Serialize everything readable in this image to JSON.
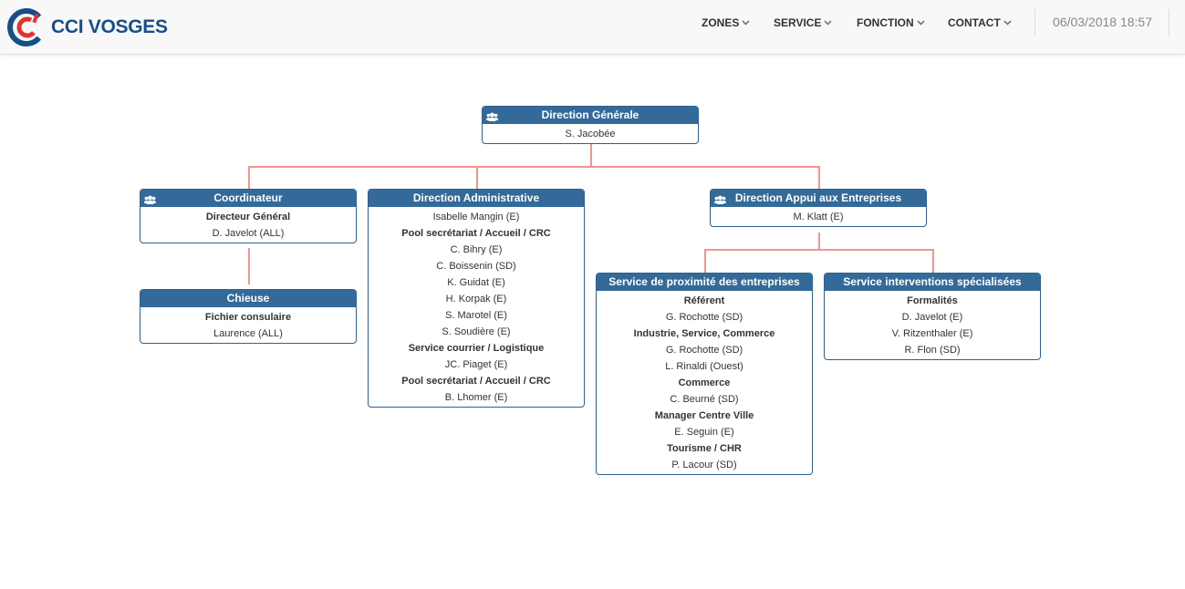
{
  "brand": {
    "name": "CCI VOSGES"
  },
  "nav": {
    "items": [
      {
        "label": "ZONES"
      },
      {
        "label": "SERVICE"
      },
      {
        "label": "FONCTION"
      },
      {
        "label": "CONTACT"
      }
    ],
    "datetime": "06/03/2018 18:57"
  },
  "org": {
    "dg": {
      "title": "Direction Générale",
      "rows": [
        {
          "text": "S. Jacobée",
          "bold": false
        }
      ]
    },
    "coord": {
      "title": "Coordinateur",
      "rows": [
        {
          "text": "Directeur Général",
          "bold": true
        },
        {
          "text": "D. Javelot (ALL)",
          "bold": false
        }
      ]
    },
    "chieuse": {
      "title": "Chieuse",
      "rows": [
        {
          "text": "Fichier consulaire",
          "bold": true
        },
        {
          "text": "Laurence (ALL)",
          "bold": false
        }
      ]
    },
    "admin": {
      "title": "Direction Administrative",
      "rows": [
        {
          "text": "Isabelle Mangin (E)",
          "bold": false
        },
        {
          "text": "Pool secrétariat / Accueil / CRC",
          "bold": true
        },
        {
          "text": "C. Bihry (E)",
          "bold": false
        },
        {
          "text": "C. Boissenin (SD)",
          "bold": false
        },
        {
          "text": "K. Guidat (E)",
          "bold": false
        },
        {
          "text": "H. Korpak (E)",
          "bold": false
        },
        {
          "text": "S. Marotel (E)",
          "bold": false
        },
        {
          "text": "S. Soudière (E)",
          "bold": false
        },
        {
          "text": "Service courrier / Logistique",
          "bold": true
        },
        {
          "text": "JC. Piaget (E)",
          "bold": false
        },
        {
          "text": "Pool secrétariat / Accueil / CRC",
          "bold": true
        },
        {
          "text": "B. Lhomer (E)",
          "bold": false
        }
      ]
    },
    "appui": {
      "title": "Direction Appui aux Entreprises",
      "rows": [
        {
          "text": "M. Klatt (E)",
          "bold": false
        }
      ]
    },
    "proxi": {
      "title": "Service de proximité des entreprises",
      "rows": [
        {
          "text": "Référent",
          "bold": true
        },
        {
          "text": "G. Rochotte (SD)",
          "bold": false
        },
        {
          "text": "Industrie, Service, Commerce",
          "bold": true
        },
        {
          "text": "G. Rochotte (SD)",
          "bold": false
        },
        {
          "text": "L. Rinaldi (Ouest)",
          "bold": false
        },
        {
          "text": "Commerce",
          "bold": true
        },
        {
          "text": "C. Beurné (SD)",
          "bold": false
        },
        {
          "text": "Manager Centre Ville",
          "bold": true
        },
        {
          "text": "E. Seguin (E)",
          "bold": false
        },
        {
          "text": "Tourisme / CHR",
          "bold": true
        },
        {
          "text": "P. Lacour (SD)",
          "bold": false
        }
      ]
    },
    "interv": {
      "title": "Service interventions spécialisées",
      "rows": [
        {
          "text": "Formalités",
          "bold": true
        },
        {
          "text": "D. Javelot (E)",
          "bold": false
        },
        {
          "text": "V. Ritzenthaler (E)",
          "bold": false
        },
        {
          "text": "R. Flon (SD)",
          "bold": false
        }
      ]
    }
  },
  "colors": {
    "header": "#336a99",
    "connector": "#f0958c",
    "brand": "#174f86",
    "logo_red": "#e4322b"
  },
  "icons": {
    "group": "users-icon",
    "dropdown": "chevron-down-icon"
  }
}
